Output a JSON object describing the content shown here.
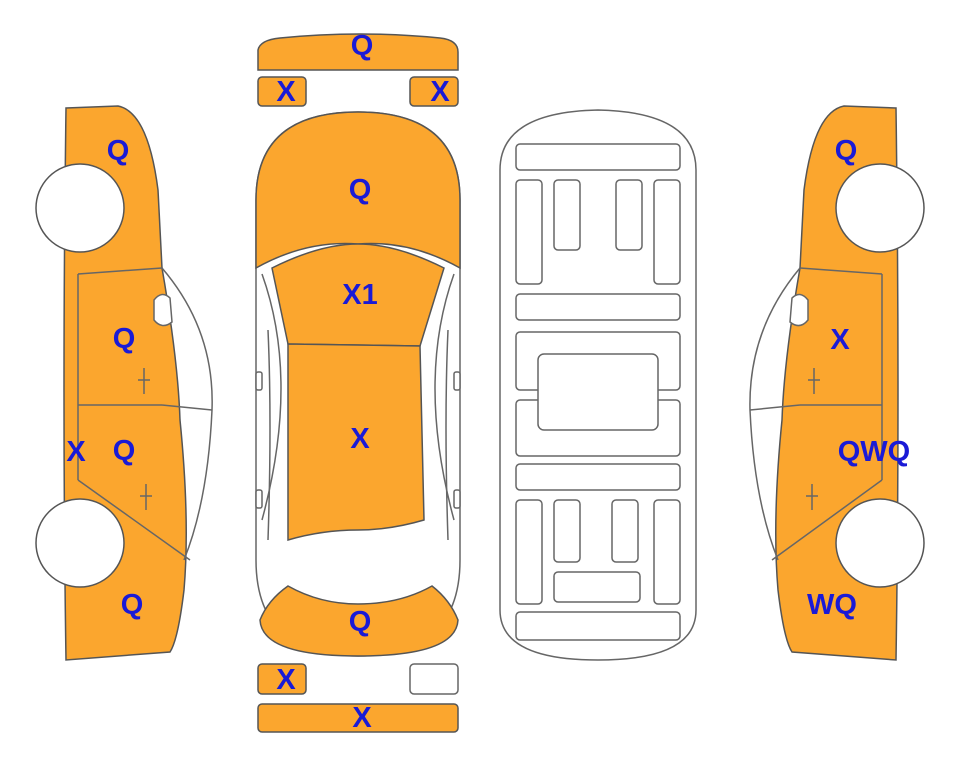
{
  "labels": {
    "front_bumper": "Q",
    "headlight_left": "X",
    "headlight_right": "X",
    "hood": "Q",
    "windshield": "X1",
    "roof": "X",
    "trunk": "Q",
    "taillight_left": "X",
    "taillight_right": "",
    "rear_bumper": "X",
    "left_front_fender": "Q",
    "left_front_door": "Q",
    "left_rocker": "X",
    "left_rear_door": "Q",
    "left_rear_quarter": "Q",
    "right_front_fender": "Q",
    "right_front_door": "X",
    "right_rear_door": "QWQ",
    "right_rear_quarter": "WQ"
  },
  "colors": {
    "damaged_panel": "#fba62e",
    "outline": "#555555",
    "label_text": "#1a1ad6",
    "background": "#ffffff"
  }
}
